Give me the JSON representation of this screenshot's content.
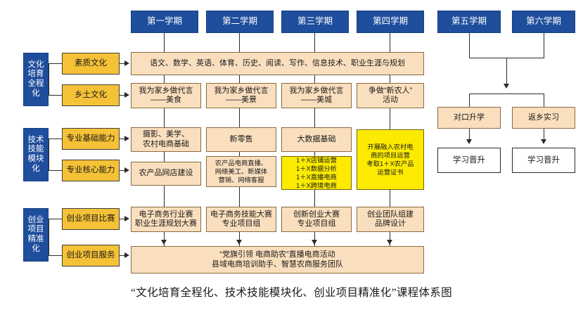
{
  "caption": "“文化培育全程化、技术技能模块化、创业项目精准化”课程体系图",
  "colors": {
    "blue": "#1F4E9C",
    "gold": "#F5C136",
    "peach": "#FADFBE",
    "yellow": "#FCEB00",
    "white": "#FFFFFF",
    "line": "#2B2B2B"
  },
  "semesters": [
    {
      "label": "第一学期"
    },
    {
      "label": "第二学期"
    },
    {
      "label": "第三学期"
    },
    {
      "label": "第四学期"
    },
    {
      "label": "第五学期"
    },
    {
      "label": "第六学期"
    }
  ],
  "tracks": [
    {
      "name": "文化培育全程化",
      "title": "文化\n培育\n全程\n化",
      "subs": [
        {
          "label": "素质文化"
        },
        {
          "label": "乡土文化"
        }
      ]
    },
    {
      "name": "技术技能模块化",
      "title": "技术\n技能\n模块\n化",
      "subs": [
        {
          "label": "专业基础能力"
        },
        {
          "label": "专业核心能力"
        }
      ]
    },
    {
      "name": "创业项目精准化",
      "title": "创业\n项目\n精准\n化",
      "subs": [
        {
          "label": "创业项目比赛"
        },
        {
          "label": "创业项目服务"
        }
      ]
    }
  ],
  "courses": {
    "general_education": "语文、数学、英语、体育、历史、阅读、写作、信息技术、职业生涯与规划",
    "local_culture": [
      "我为家乡做代言\n——美食",
      "我为家乡做代言\n——美景",
      "我为家乡做代言\n——美城",
      "争做“新农人”\n活动"
    ],
    "basic_skills": [
      "摄影、美学、\n农村电商基础",
      "新零售",
      "大数据基础"
    ],
    "core_skills": [
      "农产品网店建设",
      "农产品电商直播、\n网络美工、新媒体\n营销、网络客服"
    ],
    "certificates": "1＋X店铺运营\n1＋X数据分析\n1＋X直播电商\n1＋X跨境电商",
    "project_operation": "开展融入农村电\n商的项目运营\n考取1＋X农产品\n运营证书",
    "competitions": [
      "电子商务行业赛\n职业生涯规划大赛",
      "电子商务技能大赛\n专业项目组",
      "创新创业大赛\n专业项目组",
      "创业团队组建\n品牌设计"
    ],
    "services": "“党旗引领 电商助农”直播电商活动\n县域电商培训助手、智慧农商服务团队"
  },
  "outcomes": {
    "branches": [
      {
        "label": "对口升学",
        "next": "学习晋升"
      },
      {
        "label": "返乡实习",
        "next": "学习晋升"
      }
    ]
  }
}
